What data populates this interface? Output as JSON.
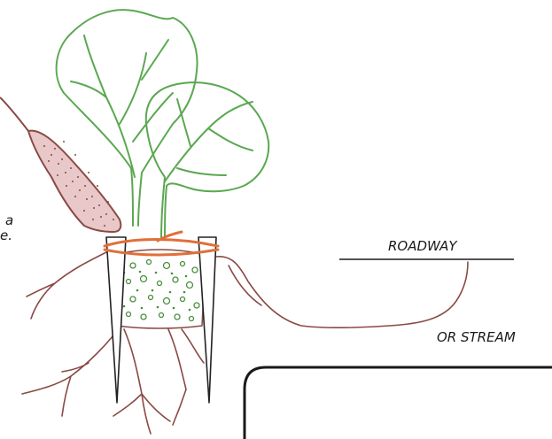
{
  "labels": {
    "roadway": "ROADWAY",
    "stream": "OR STREAM",
    "fragment_line1": "a",
    "fragment_line2": "e."
  },
  "colors": {
    "leaf": "#5aa850",
    "root": "#8a4a44",
    "tie": "#e0703a",
    "stake": "#222222",
    "soil_dot": "#4a8f3c",
    "needle_fill": "#d9a9a9"
  },
  "icons": [
    "plant-drawing",
    "stake-drawing",
    "roots-drawing",
    "syringe-drawing"
  ]
}
